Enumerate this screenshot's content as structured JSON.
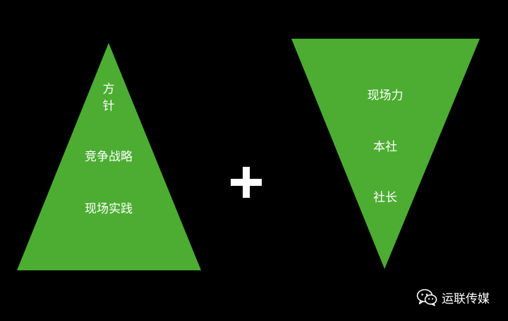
{
  "colors": {
    "background": "#000000",
    "triangle_fill": "#4cad32",
    "text": "#ffffff"
  },
  "left_triangle": {
    "line1": "方",
    "line2": "针",
    "label_strategy": "竞争战略",
    "label_practice": "现场实践"
  },
  "right_triangle": {
    "label_field_power": "现场力",
    "label_headquarters": "本社",
    "label_president": "社长"
  },
  "operator_icon": "plus-icon",
  "watermark": {
    "icon": "wechat-icon",
    "text": "运联传媒"
  }
}
